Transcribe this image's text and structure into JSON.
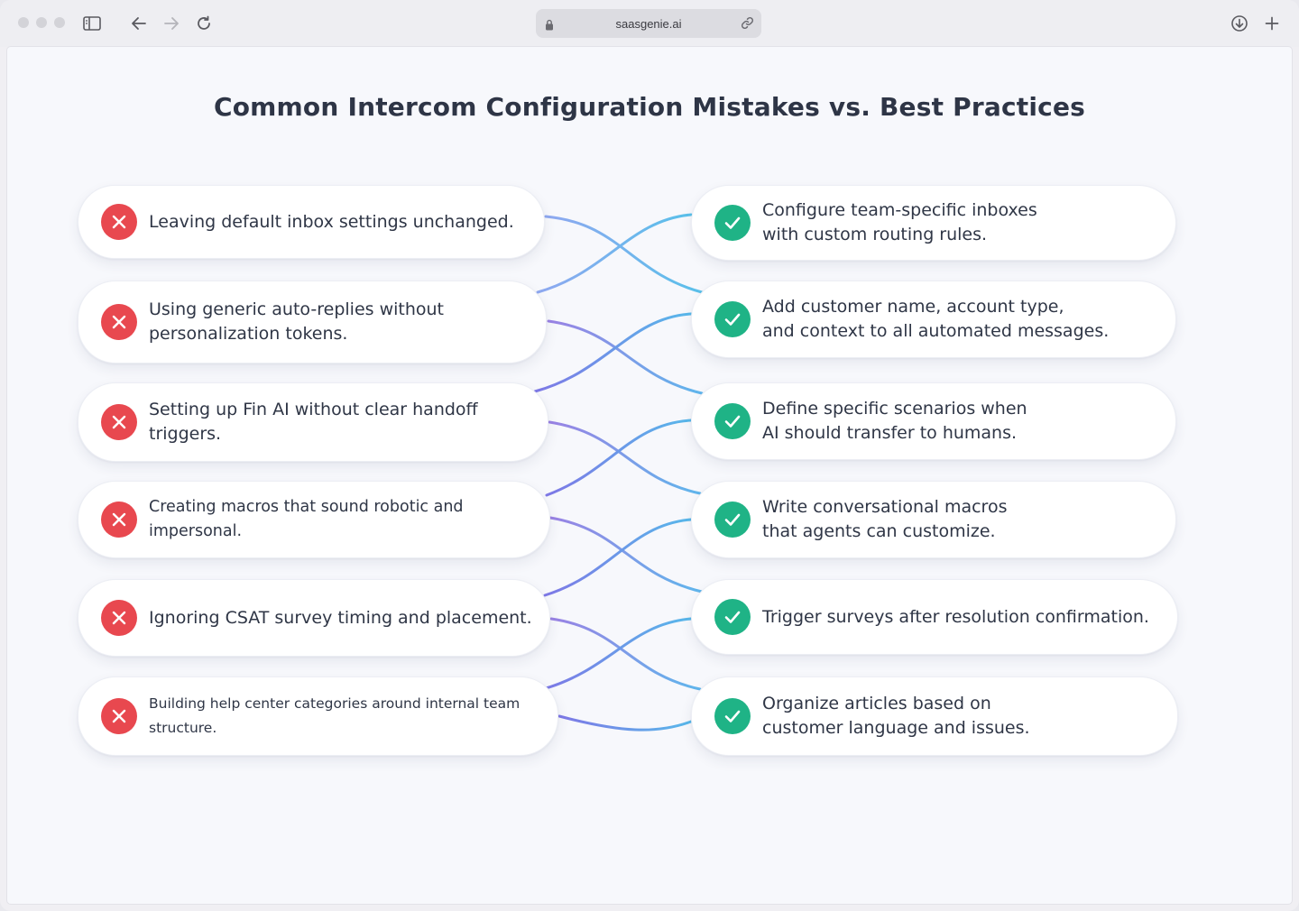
{
  "browser": {
    "url": "saasgenie.ai",
    "icons": {
      "sidebar": "sidebar-toggle-icon",
      "back": "back-arrow-icon",
      "forward": "forward-arrow-icon",
      "reload": "reload-icon",
      "lock": "lock-icon",
      "link": "link-icon",
      "download": "download-icon",
      "new_tab": "plus-icon"
    }
  },
  "page": {
    "title": "Common Intercom Configuration Mistakes vs. Best Practices",
    "mistakes": [
      "Leaving default inbox settings unchanged.",
      "Using generic auto-replies without\npersonalization tokens.",
      "Setting up Fin AI without clear handoff\ntriggers.",
      "Creating macros that sound robotic and impersonal.",
      "Ignoring CSAT survey timing and placement.",
      "Building help center categories around internal team structure."
    ],
    "practices": [
      "Configure team-specific inboxes\nwith custom routing rules.",
      "Add customer name, account type,\nand context to all automated messages.",
      "Define specific scenarios when\nAI should transfer to humans.",
      "Write conversational macros\nthat agents can customize.",
      "Trigger surveys after resolution confirmation.",
      "Organize articles based on\ncustomer language and issues."
    ],
    "colors": {
      "mistake_badge": "#e8484f",
      "practice_badge": "#1fb386",
      "connector_blue": "#5db8ec",
      "connector_purple": "#8b7be0"
    }
  }
}
